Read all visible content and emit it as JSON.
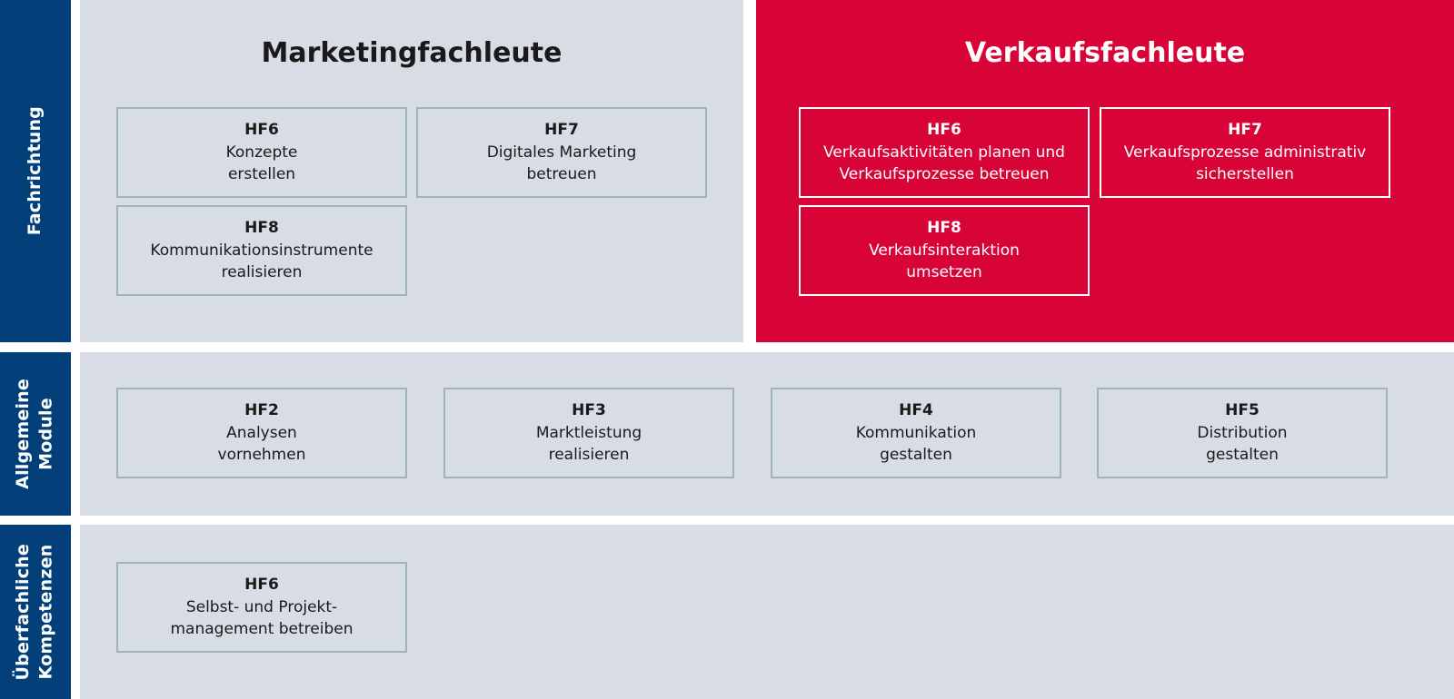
{
  "rails": [
    {
      "id": "fachrichtung",
      "label": "Fachrichtung"
    },
    {
      "id": "allgemeine",
      "label": "Allgemeine\nModule"
    },
    {
      "id": "ueberfach",
      "label": "Überfachliche\nKompetenzen"
    }
  ],
  "panels": {
    "marketing": {
      "title": "Marketingfachleute"
    },
    "verkauf": {
      "title": "Verkaufsfachleute"
    }
  },
  "modules": {
    "marketing": [
      {
        "code": "HF6",
        "desc": "Konzepte\nerstellen"
      },
      {
        "code": "HF7",
        "desc": "Digitales Marketing\nbetreuen"
      },
      {
        "code": "HF8",
        "desc": "Kommunikationsinstrumente\nrealisieren"
      }
    ],
    "verkauf": [
      {
        "code": "HF6",
        "desc": "Verkaufsaktivitäten planen und\nVerkaufsprozesse betreuen"
      },
      {
        "code": "HF7",
        "desc": "Verkaufsprozesse administrativ\nsicherstellen"
      },
      {
        "code": "HF8",
        "desc": "Verkaufsinteraktion\numsetzen"
      }
    ],
    "allgemeine": [
      {
        "code": "HF2",
        "desc": "Analysen\nvornehmen"
      },
      {
        "code": "HF3",
        "desc": "Marktleistung\nrealisieren"
      },
      {
        "code": "HF4",
        "desc": "Kommunikation\ngestalten"
      },
      {
        "code": "HF5",
        "desc": "Distribution\ngestalten"
      }
    ],
    "ueberfach": [
      {
        "code": "HF6",
        "desc": "Selbst- und Projekt-\nmanagement betreiben"
      }
    ]
  },
  "colors": {
    "rail_navy": "#034079",
    "panel_light": "#d8dce4",
    "panel_red": "#d80437",
    "box_border": "#9fb3bf",
    "box_border_red": "#ffffff",
    "text_dark": "#1a1a1a",
    "text_light": "#ffffff"
  }
}
